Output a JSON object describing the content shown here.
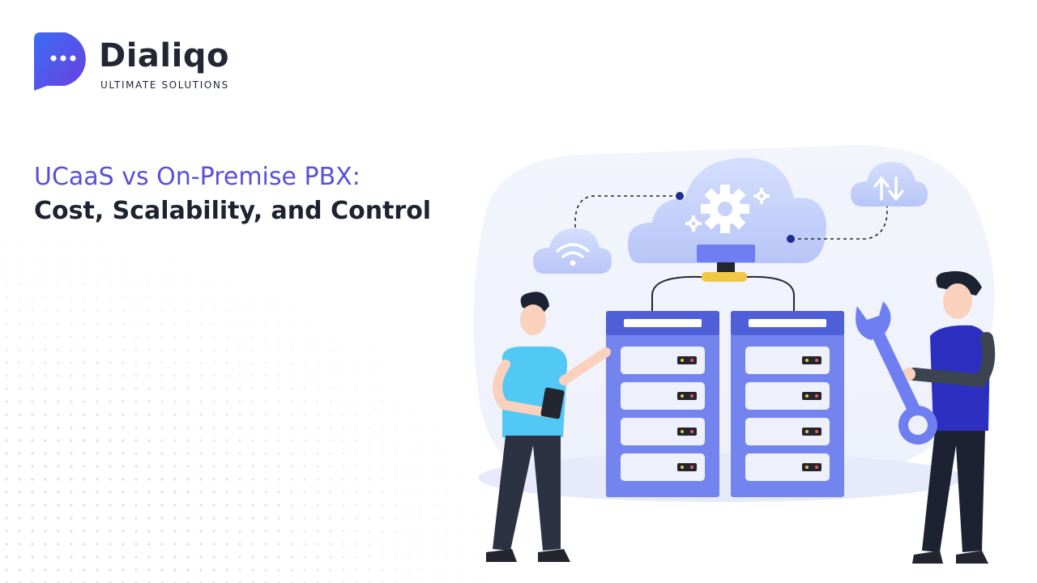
{
  "brand": {
    "name": "Dialiqo",
    "tagline": "ULTIMATE SOLUTIONS"
  },
  "headline": {
    "line1": "UCaaS vs On-Premise PBX:",
    "line2": "Cost, Scalability, and Control"
  },
  "colors": {
    "brand_purple": "#5b4fd6",
    "brand_blue": "#3b6df5",
    "text_dark": "#1d2430",
    "server_blue": "#5f6fe8",
    "cloud_tint": "#c6d3fb"
  },
  "illustration": {
    "icons": [
      "cloud-gear-icon",
      "cloud-wifi-icon",
      "cloud-sync-icon",
      "server-rack-icon",
      "wrench-icon",
      "tablet-icon"
    ]
  }
}
